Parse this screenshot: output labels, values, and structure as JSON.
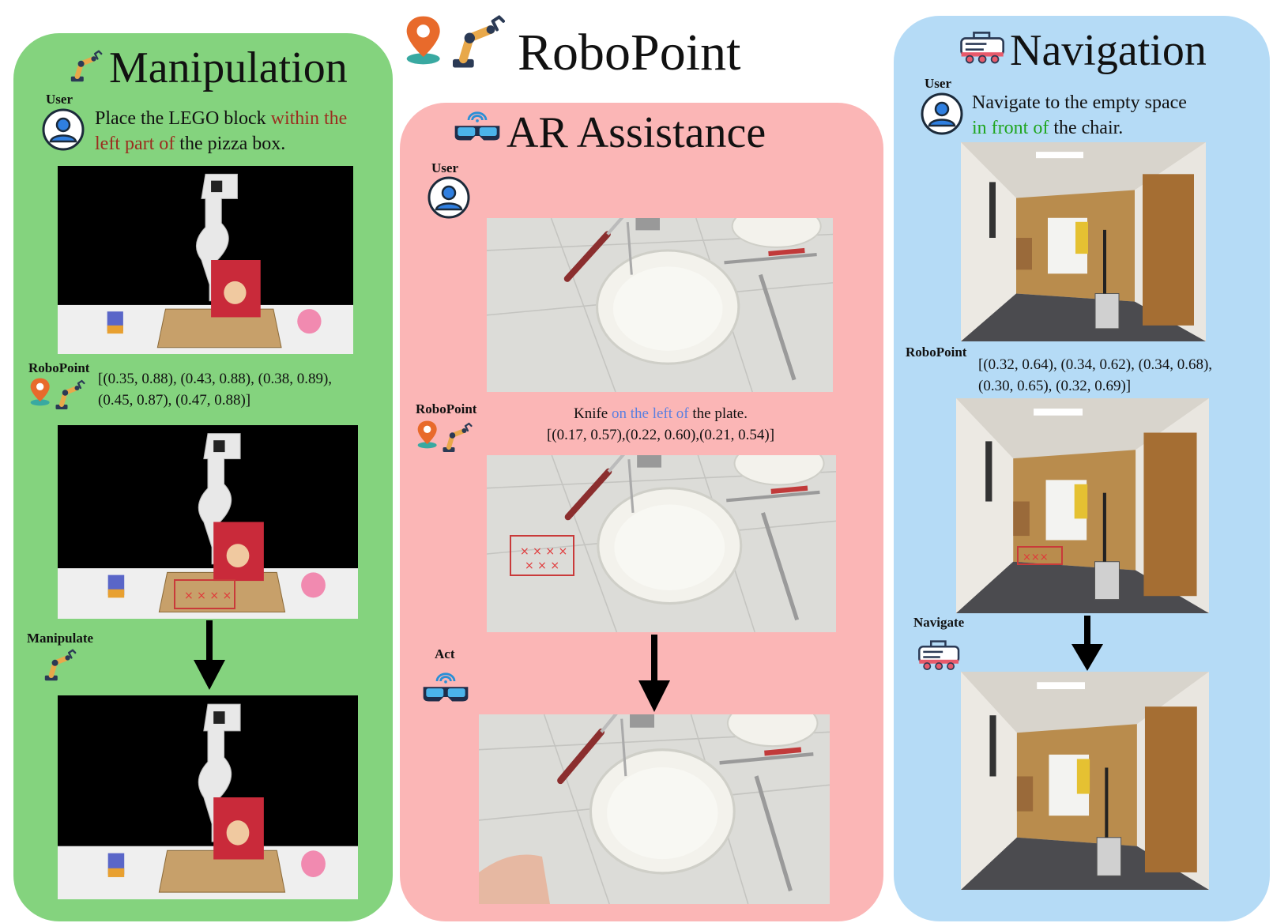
{
  "header": {
    "title": "RoboPoint"
  },
  "manipulation": {
    "title": "Manipulation",
    "user_label": "User",
    "instruction_pre": "Place the LEGO block ",
    "instruction_hl": "within the left part of",
    "instruction_post": " the pizza box.",
    "robopoint_label": "RoboPoint",
    "coords_line1": "[(0.35, 0.88), (0.43, 0.88), (0.38, 0.89),",
    "coords_line2": "(0.45, 0.87), (0.47, 0.88)]",
    "action_label": "Manipulate"
  },
  "ar": {
    "title": "AR Assistance",
    "user_label": "User",
    "robopoint_label": "RoboPoint",
    "instruction_pre": "Knife ",
    "instruction_hl": "on the left of",
    "instruction_post": " the plate.",
    "coords": "[(0.17, 0.57),(0.22, 0.60),(0.21, 0.54)]",
    "action_label": "Act"
  },
  "navigation": {
    "title": "Navigation",
    "user_label": "User",
    "instruction_line1": "Navigate to the empty space",
    "instruction_hl": "in front of",
    "instruction_post": " the chair.",
    "robopoint_label": "RoboPoint",
    "coords_line1": "[(0.32, 0.64), (0.34, 0.62), (0.34, 0.68),",
    "coords_line2": "(0.30, 0.65), (0.32, 0.69)]",
    "action_label": "Navigate"
  },
  "colors": {
    "manipulation_bg": "#84d37e",
    "ar_bg": "#fbb6b6",
    "navigation_bg": "#b5dbf6",
    "highlight_red": "#9b2d1f",
    "highlight_blue": "#5a7fe0",
    "highlight_green": "#1fa51f",
    "marker_red": "#e0393a"
  },
  "icons": [
    "robot-arm-icon",
    "map-pin-icon",
    "user-icon",
    "ar-glasses-icon",
    "delivery-robot-icon",
    "down-arrow-icon"
  ]
}
